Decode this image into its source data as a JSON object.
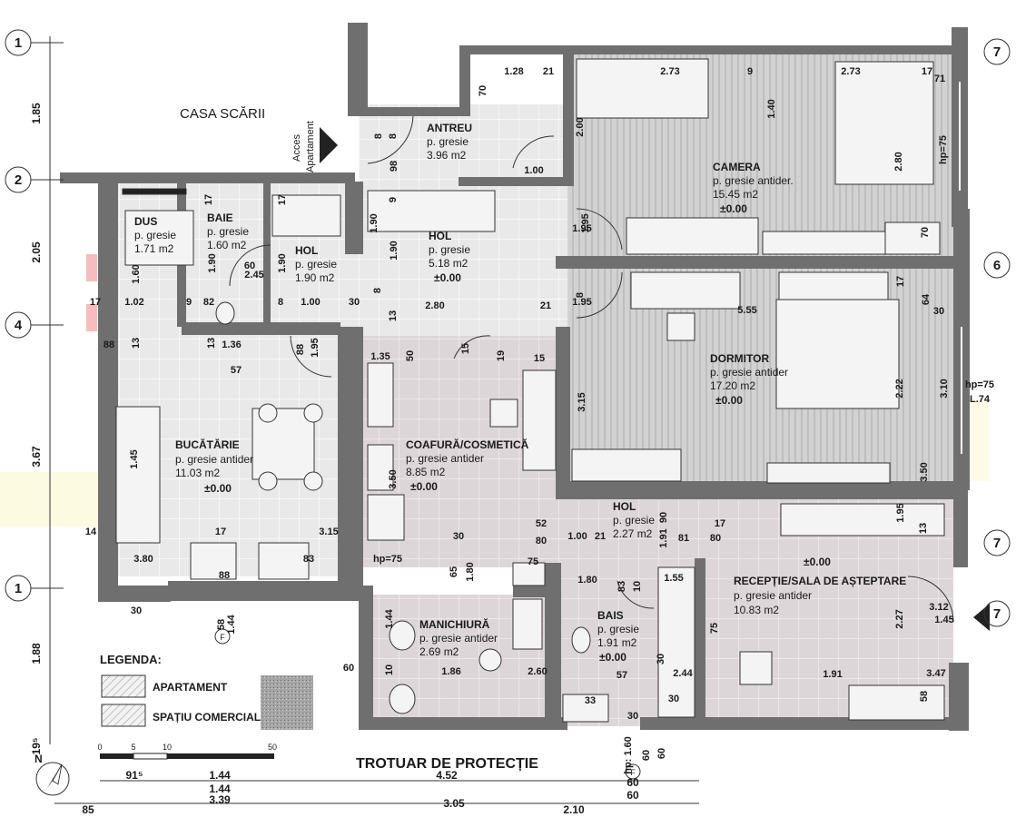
{
  "colors": {
    "wall": "#6f6f6f",
    "floor_tile": "#e5e5e5",
    "floor_commercial": "#d9d3d6",
    "laminate": "#c9c9c9",
    "line": "#333333",
    "accent_red": "#f3a0a0",
    "accent_yellow": "#fbf7cf"
  },
  "grid_labels": {
    "left": [
      "1",
      "2",
      "4",
      "1"
    ],
    "right": [
      "7",
      "6",
      "7",
      "7"
    ],
    "bottom": [
      "F",
      "F"
    ]
  },
  "stair": {
    "title": "CASA SCĂRII",
    "access_1": "Acces",
    "access_2": "Apartament"
  },
  "rooms": [
    {
      "name": "ANTREU",
      "floor": "p. gresie",
      "area": "3.96 m2",
      "level": ""
    },
    {
      "name": "CAMERA",
      "floor": "p. gresie antider.",
      "area": "15.45 m2",
      "level": "±0.00"
    },
    {
      "name": "DUS",
      "floor": "p. gresie",
      "area": "1.71 m2",
      "level": ""
    },
    {
      "name": "BAIE",
      "floor": "p. gresie",
      "area": "1.60 m2",
      "level": ""
    },
    {
      "name": "HOL",
      "floor": "p. gresie",
      "area": "1.90 m2",
      "level": ""
    },
    {
      "name": "HOL",
      "floor": "p. gresie",
      "area": "5.18 m2",
      "level": "±0.00"
    },
    {
      "name": "DORMITOR",
      "floor": "p. gresie antider",
      "area": "17.20 m2",
      "level": "±0.00"
    },
    {
      "name": "BUCĂTĂRIE",
      "floor": "p. gresie antider",
      "area": "11.03 m2",
      "level": "±0.00"
    },
    {
      "name": "COAFURĂ/COSMETICĂ",
      "floor": "p. gresie antider",
      "area": "8.85 m2",
      "level": "±0.00"
    },
    {
      "name": "HOL",
      "floor": "p. gresie",
      "area": "2.27 m2",
      "level": ""
    },
    {
      "name": "RECEPȚIE/SALA DE AȘTEPTARE",
      "floor": "p. gresie antider",
      "area": "10.83 m2",
      "level": "±0.00"
    },
    {
      "name": "MANICHIURĂ",
      "floor": "p. gresie antider",
      "area": "2.69 m2",
      "level": ""
    },
    {
      "name": "BAIS",
      "floor": "p. gresie",
      "area": "1.91 m2",
      "level": "±0.00"
    }
  ],
  "dimensions_left": [
    "1.85",
    "2.05",
    "3.67",
    "1.88",
    "19⁵"
  ],
  "dimensions_bottom": [
    "91⁵",
    "1.44",
    "1.44",
    "3.39",
    "4.52",
    "3.05",
    "60",
    "60",
    "2.10",
    "85"
  ],
  "dimensions_inner": [
    "1.28",
    "21",
    "70",
    "2.73",
    "9",
    "2.73",
    "17",
    "71",
    "1.40",
    "2.00",
    "2.80",
    "hp=75",
    "1.00",
    "8",
    "8",
    "98",
    "9",
    "1.90",
    "1.90",
    "1.95",
    "1.95",
    "70",
    "17",
    "17",
    "60",
    "2.45",
    "1.90",
    "1.60",
    "1.90",
    "5.55",
    "17",
    "64",
    "30",
    "17",
    "1.02",
    "9",
    "82",
    "8",
    "1.00",
    "30",
    "1.95",
    "8",
    "13",
    "2.80",
    "21",
    "1.95",
    "8",
    "88",
    "13",
    "13",
    "1.36",
    "88",
    "1.35",
    "50",
    "15",
    "19",
    "15",
    "57",
    "3.15",
    "2.22",
    "3.10",
    "hp=75",
    "L.74",
    "1.45",
    "3.50",
    "3.50",
    "52",
    "80",
    "1.00",
    "21",
    "1.91",
    "90",
    "81",
    "17",
    "80",
    "1.95",
    "13",
    "14",
    "17",
    "3.15",
    "30",
    "3.80",
    "83",
    "88",
    "hp=75",
    "75",
    "65",
    "1.80",
    "1.80",
    "83",
    "10",
    "1.55",
    "58",
    "1.44",
    "1.44",
    "75",
    "2.27",
    "3.12",
    "1.45",
    "60",
    "10",
    "1.86",
    "2.60",
    "30",
    "2.44",
    "57",
    "1.91",
    "3.47",
    "30",
    "30",
    "58",
    "33",
    "30",
    "hp: 1.60",
    "60",
    "60",
    "30"
  ],
  "legend": {
    "title": "LEGENDA:",
    "item_1": "APARTAMENT",
    "item_2": "SPAȚIU COMERCIAL"
  },
  "scale": {
    "ticks": [
      "0",
      "5",
      "10",
      "50"
    ]
  },
  "sidewalk": "TROTUAR DE PROTECȚIE",
  "compass": {
    "label": "N",
    "icon": "north-arrow-icon"
  }
}
